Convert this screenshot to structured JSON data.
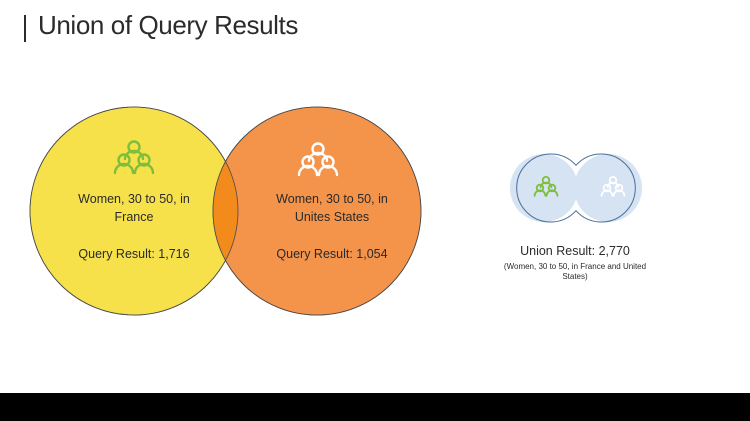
{
  "title": "Union of Query Results",
  "colors": {
    "france": "#f7e14a",
    "us": "#f4934a",
    "overlap": "#f28a1c",
    "people_green": "#7bbf3a",
    "people_white": "#ffffff",
    "union_fill": "#d5e3f2",
    "union_stroke": "#4a6e9a",
    "bottom_bar": "#000000"
  },
  "france": {
    "label": "Women, 30 to 50, in France",
    "result": "Query Result: 1,716",
    "icon": "people-group-icon"
  },
  "us": {
    "label": "Women, 30 to 50, in Unites States",
    "result": "Query Result: 1,054",
    "icon": "people-group-icon"
  },
  "union": {
    "result": "Union Result: 2,770",
    "note": "(Women, 30 to 50, in France and United States)",
    "icons": [
      "people-group-icon",
      "people-group-icon"
    ]
  }
}
